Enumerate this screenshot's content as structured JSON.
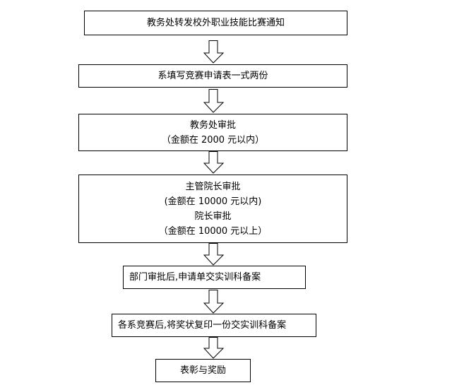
{
  "steps": [
    {
      "lines": [
        "教务处转发校外职业技能比赛通知"
      ]
    },
    {
      "lines": [
        "系填写竞赛申请表一式两份"
      ]
    },
    {
      "lines": [
        "教务处审批",
        "（金额在 2000 元以内）"
      ]
    },
    {
      "lines": [
        "主管院长审批",
        "(金额在 10000 元以内)",
        "院长审批",
        "（金额在 10000 元以上）"
      ]
    },
    {
      "lines": [
        "部门审批后,申请单交实训科备案"
      ]
    },
    {
      "lines": [
        "各系竞赛后,将奖状复印一份交实训科备案"
      ]
    },
    {
      "lines": [
        "表彰与奖励"
      ]
    }
  ]
}
